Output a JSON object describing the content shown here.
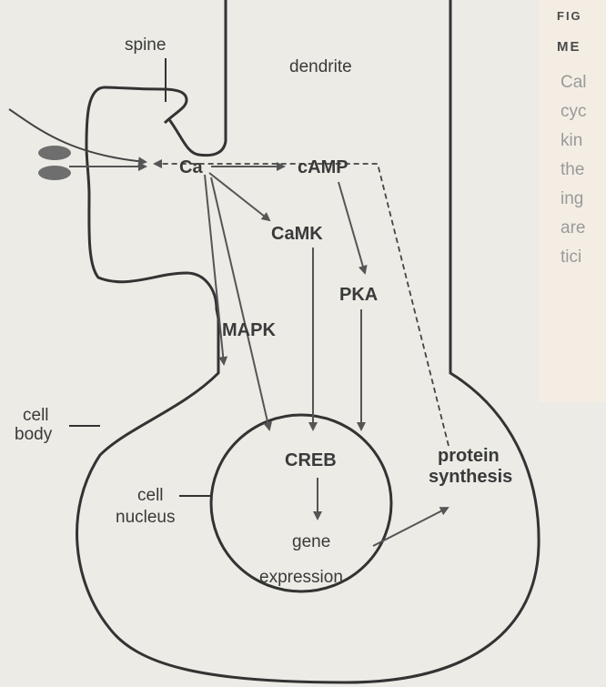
{
  "labels": {
    "spine": "spine",
    "dendrite": "dendrite",
    "ca": "Ca",
    "camp": "cAMP",
    "camk": "CaMK",
    "pka": "PKA",
    "mapk": "MAPK",
    "creb": "CREB",
    "cell_body_1": "cell",
    "cell_body_2": "body",
    "cell_nucleus_1": "cell",
    "cell_nucleus_2": "nucleus",
    "gene_1": "gene",
    "gene_2": "expression",
    "protein_1": "protein",
    "protein_2": "synthesis"
  },
  "caption": {
    "heading_1": "FIG",
    "heading_2": "ME",
    "lines": [
      "Cal",
      "cyc",
      "kin",
      "the",
      "ing",
      "are",
      "tici"
    ]
  },
  "colors": {
    "background": "#ecebe6",
    "ink": "#333333",
    "arrow": "#555555",
    "channel": "#6e6e6e",
    "caption_panel": "#f3ede3"
  }
}
